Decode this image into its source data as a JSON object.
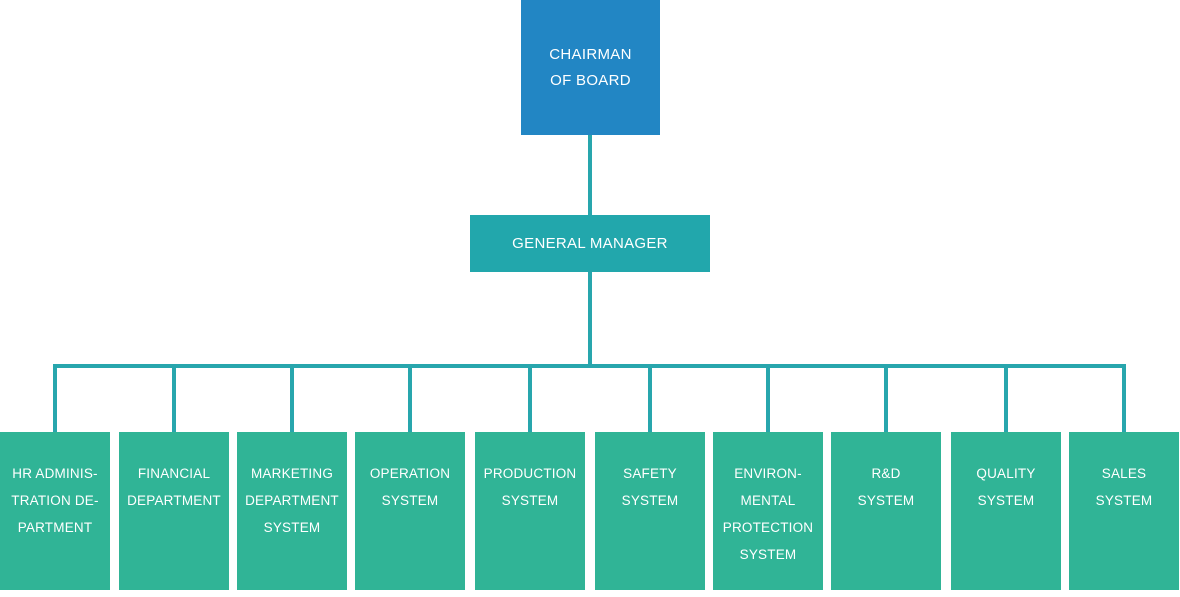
{
  "diagram": {
    "type": "org-chart",
    "colors": {
      "chairman_fill": "#2286c4",
      "manager_fill": "#22a7ac",
      "department_fill": "#30b496",
      "connector": "#28a6ad",
      "text": "#ffffff"
    },
    "nodes": {
      "chairman": {
        "label": "CHAIRMAN OF BOARD",
        "lines": [
          "CHAIRMAN",
          "OF BOARD"
        ]
      },
      "manager": {
        "label": "GENERAL MANAGER"
      },
      "departments": [
        {
          "label": "HR ADMINISTRATION DEPARTMENT",
          "lines": [
            "HR ADMINIS-",
            "TRATION DE-",
            "PARTMENT"
          ]
        },
        {
          "label": "FINANCIAL DEPARTMENT",
          "lines": [
            "FINANCIAL",
            "DEPARTMENT"
          ]
        },
        {
          "label": "MARKETING DEPARTMENT SYSTEM",
          "lines": [
            "MARKETING",
            "DEPARTMENT",
            "SYSTEM"
          ]
        },
        {
          "label": "OPERATION SYSTEM",
          "lines": [
            "OPERATION",
            "SYSTEM"
          ]
        },
        {
          "label": "PRODUCTION SYSTEM",
          "lines": [
            "PRODUCTION",
            "SYSTEM"
          ]
        },
        {
          "label": "SAFETY SYSTEM",
          "lines": [
            "SAFETY",
            "SYSTEM"
          ]
        },
        {
          "label": "ENVIRONMENTAL PROTECTION SYSTEM",
          "lines": [
            "ENVIRON-",
            "MENTAL",
            "PROTECTION",
            "SYSTEM"
          ]
        },
        {
          "label": "R&D SYSTEM",
          "lines": [
            "R&D",
            "SYSTEM"
          ]
        },
        {
          "label": "QUALITY SYSTEM",
          "lines": [
            "QUALITY",
            "SYSTEM"
          ]
        },
        {
          "label": "SALES SYSTEM",
          "lines": [
            "SALES",
            "SYSTEM"
          ]
        }
      ]
    }
  }
}
